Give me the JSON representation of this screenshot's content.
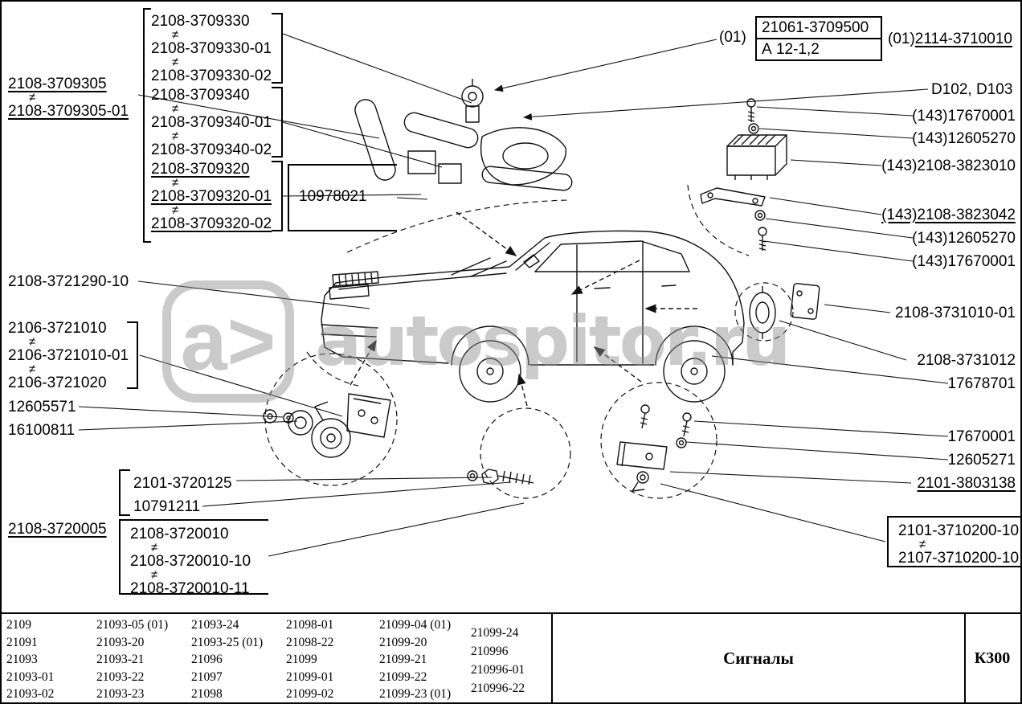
{
  "watermark": {
    "logo": "a>",
    "text": "autospitor.ru"
  },
  "diagram": {
    "left_pair": [
      "2108-3709305",
      "≠",
      "2108-3709305-01"
    ],
    "group_330": [
      "2108-3709330",
      "≠",
      "2108-3709330-01",
      "≠",
      "2108-3709330-02"
    ],
    "group_340": [
      "2108-3709340",
      "≠",
      "2108-3709340-01",
      "≠",
      "2108-3709340-02"
    ],
    "group_320": [
      "2108-3709320",
      "≠",
      "2108-3709320-01",
      "≠",
      "2108-3709320-02"
    ],
    "label_10978021": "10978021",
    "prefix_01": "(01)",
    "box_21061": [
      "21061-3709500",
      "А 12-1,2"
    ],
    "label_2114": {
      "prefix": "(01)",
      "number": "2114-3710010"
    },
    "label_d102": "D102, D103",
    "right_col": [
      "(143)17670001",
      "(143)12605270",
      "(143)2108-3823010",
      "(143)2108-3823042",
      "(143)12605270",
      "(143)17670001"
    ],
    "label_3731010": "2108-3731010-01",
    "label_3731012": "2108-3731012",
    "label_17678701": "17678701",
    "label_17670001": "17670001",
    "label_12605271": "12605271",
    "label_3803138": "2101-3803138",
    "group_3710200": [
      "2101-3710200-10",
      "≠",
      "2107-3710200-10"
    ],
    "label_3721290": "2108-3721290-10",
    "group_2106": [
      "2106-3721010",
      "≠",
      "2106-3721010-01",
      "≠",
      "2106-3721020"
    ],
    "label_12605571": "12605571",
    "label_16100811": "16100811",
    "group_3720125": [
      "2101-3720125",
      "10791211"
    ],
    "label_3720005": "2108-3720005",
    "group_3720010": [
      "2108-3720010",
      "≠",
      "2108-3720010-10",
      "≠",
      "2108-3720010-11"
    ]
  },
  "table": {
    "columns": [
      [
        "2109",
        "21091",
        "21093",
        "21093-01",
        "21093-02"
      ],
      [
        "21093-05 (01)",
        "21093-20",
        "21093-21",
        "21093-22",
        "21093-23"
      ],
      [
        "21093-24",
        "21093-25 (01)",
        "21096",
        "21097",
        "21098"
      ],
      [
        "21098-01",
        "21098-22",
        "21099",
        "21099-01",
        "21099-02"
      ],
      [
        "21099-04 (01)",
        "21099-20",
        "21099-21",
        "21099-22",
        "21099-23 (01)"
      ],
      [
        "21099-24",
        "210996",
        "210996-01",
        "210996-22"
      ]
    ],
    "title": "Сигналы",
    "code": "К300"
  }
}
